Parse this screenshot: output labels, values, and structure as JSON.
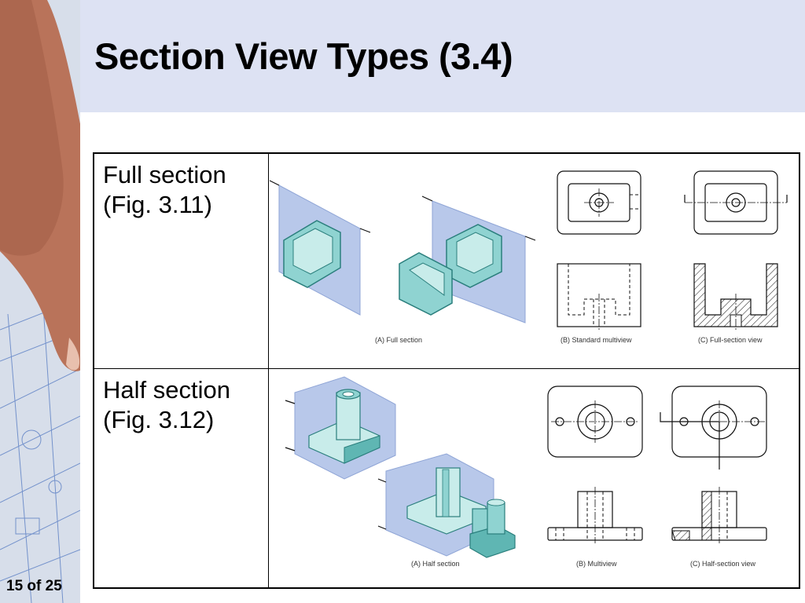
{
  "slide": {
    "title": "Section View Types (3.4)",
    "page_number": "15 of 25"
  },
  "rows": [
    {
      "label_line1": "Full section",
      "label_line2": "(Fig. 3.11)",
      "captions": [
        "(A)  Full section",
        "(B)  Standard multiview",
        "(C)  Full-section view"
      ]
    },
    {
      "label_line1": "Half section",
      "label_line2": "(Fig. 3.12)",
      "captions": [
        "(A)  Half section",
        "(B)  Multiview",
        "(C)  Half-section view"
      ]
    }
  ],
  "colors": {
    "title_band": "#dde2f3",
    "plane_fill": "#b8c8ea",
    "solid_fill": "#8fd3d1"
  }
}
